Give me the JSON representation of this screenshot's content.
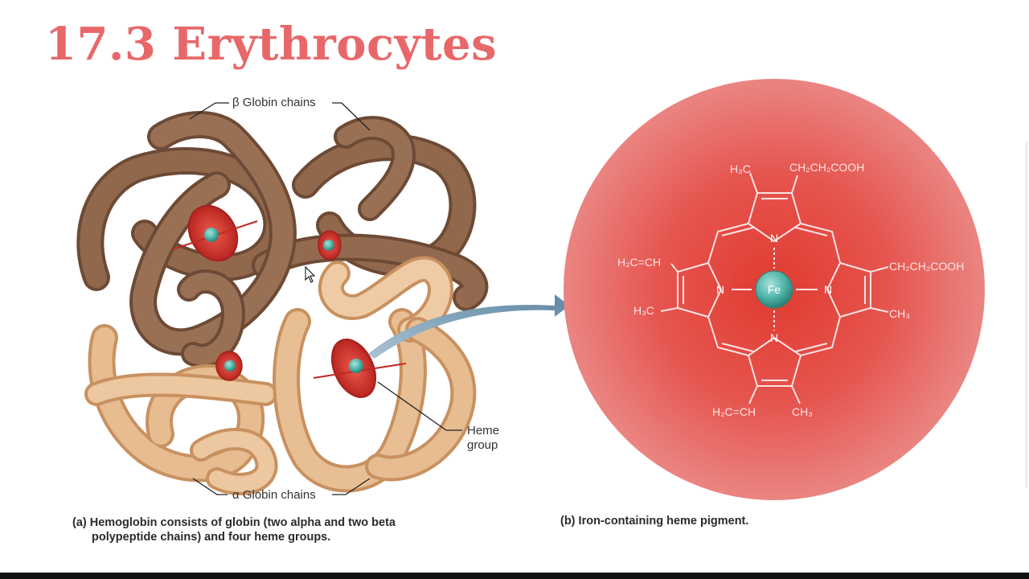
{
  "title": "17.3 Erythrocytes",
  "figure_a": {
    "beta_label": "β Globin chains",
    "alpha_label": "α Globin chains",
    "heme_label_line1": "Heme",
    "heme_label_line2": "group",
    "caption_line1": "(a) Hemoglobin consists of globin (two alpha and two beta",
    "caption_line2": "polypeptide chains) and four heme groups."
  },
  "figure_b": {
    "caption": "(b) Iron-containing heme pigment.",
    "center_atom": "Fe",
    "nitrogen": "N",
    "top_left_group": "H₃C",
    "top_right_group": "CH₂CH₂COOH",
    "right_upper_group": "CH₂CH₂COOH",
    "right_lower_group": "CH₃",
    "left_upper_group": "H₂C=CH",
    "left_lower_group": "H₃C",
    "bottom_left_group": "H₂C=CH",
    "bottom_right_group": "CH₃"
  },
  "colors": {
    "title": "#e8686a",
    "beta_chain": "#8a6248",
    "alpha_chain": "#e0b386",
    "heme_disk": "#d93a36",
    "iron": "#4fb3a8",
    "arrow": "#7d9fb5",
    "circle": "#e35a55"
  }
}
